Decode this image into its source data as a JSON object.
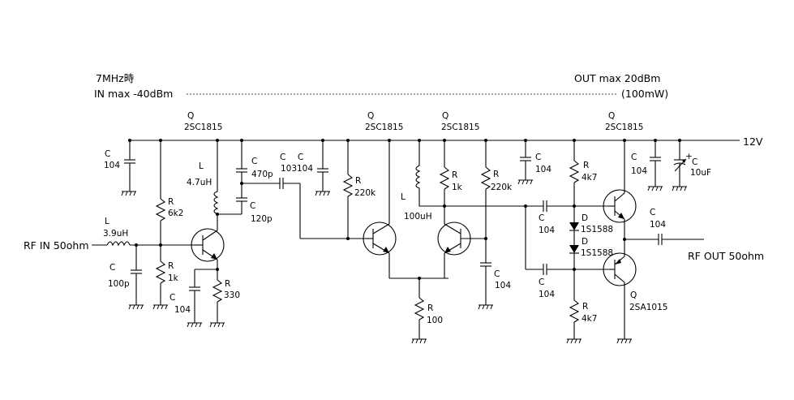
{
  "header": {
    "freq_note": "7MHz時",
    "in_max": "IN max -40dBm",
    "out_max": "OUT max 20dBm",
    "out_mw": "(100mW)"
  },
  "supply_label": "12V",
  "rf_in_label": "RF IN 50ohm",
  "rf_out_label": "RF OUT 50ohm",
  "components": {
    "c_in_bypass": [
      "C",
      "104"
    ],
    "l_in": [
      "L",
      "3.9uH"
    ],
    "c_in_shunt": [
      "C",
      "100p"
    ],
    "r_bias_top": [
      "R",
      "6k2"
    ],
    "r_bias_bot": [
      "R",
      "1k"
    ],
    "c_e1": [
      "C",
      "104"
    ],
    "r_e1": [
      "R",
      "330"
    ],
    "q1": [
      "Q",
      "2SC1815"
    ],
    "l_tank": [
      "L",
      "4.7uH"
    ],
    "c_tank_470": [
      "C",
      "470p"
    ],
    "c_tank_120": [
      "C",
      "120p"
    ],
    "c_couple_103": [
      "C",
      "103"
    ],
    "c_bypass_104b": [
      "C",
      "104"
    ],
    "r_220k_a": [
      "R",
      "220k"
    ],
    "q2": [
      "Q",
      "2SC1815"
    ],
    "r_tail": [
      "R",
      "100"
    ],
    "l_100u": [
      "L",
      "100uH"
    ],
    "r_1k_b": [
      "R",
      "1k"
    ],
    "q3": [
      "Q",
      "2SC1815"
    ],
    "r_220k_b": [
      "R",
      "220k"
    ],
    "c_q3_base": [
      "C",
      "104"
    ],
    "c_bypass_104c": [
      "C",
      "104"
    ],
    "r_4k7_top": [
      "R",
      "4k7"
    ],
    "c_drv_top": [
      "C",
      "104"
    ],
    "d_top": [
      "D",
      "1S1588"
    ],
    "d_bot": [
      "D",
      "1S1588"
    ],
    "c_drv_bot": [
      "C",
      "104"
    ],
    "r_4k7_bot": [
      "R",
      "4k7"
    ],
    "q4": [
      "Q",
      "2SC1815"
    ],
    "q5": [
      "Q",
      "2SA1015"
    ],
    "c_out_bypass": [
      "C",
      "104"
    ],
    "c_10uF": [
      "C",
      "10uF"
    ],
    "c_out": [
      "C",
      "104"
    ]
  }
}
